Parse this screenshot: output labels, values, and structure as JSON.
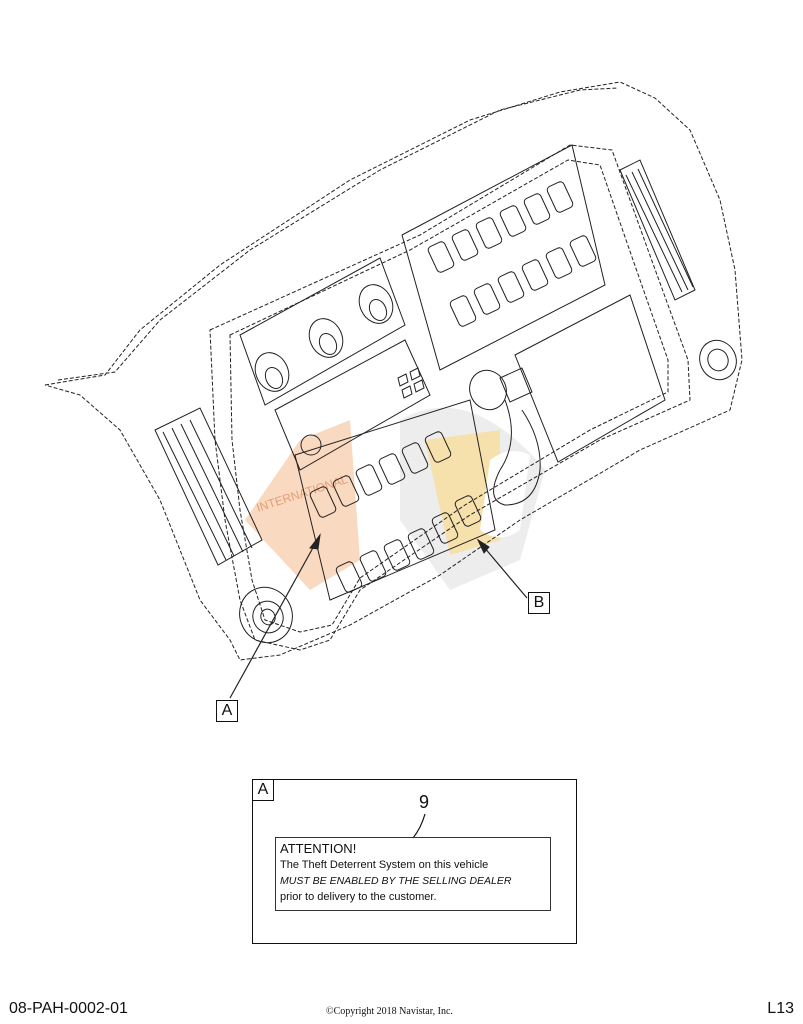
{
  "diagram": {
    "callouts": {
      "a": "A",
      "b": "B"
    },
    "watermark_text": "INTERNATIONAL"
  },
  "detail_a": {
    "tag": "A",
    "item_number": "9",
    "label": {
      "heading": "ATTENTION!",
      "line1": "The Theft Deterrent System on this vehicle",
      "line2": "MUST BE ENABLED BY THE SELLING DEALER",
      "line3": "prior to delivery to the customer."
    }
  },
  "footer": {
    "drawing_number": "08-PAH-0002-01",
    "copyright": "©Copyright 2018 Navistar, Inc.",
    "page_code": "L13"
  },
  "colors": {
    "line": "#222222",
    "watermark_orange": "#f2a36a",
    "watermark_yellow": "#f6d27a",
    "watermark_gray": "#b9b9b9"
  }
}
